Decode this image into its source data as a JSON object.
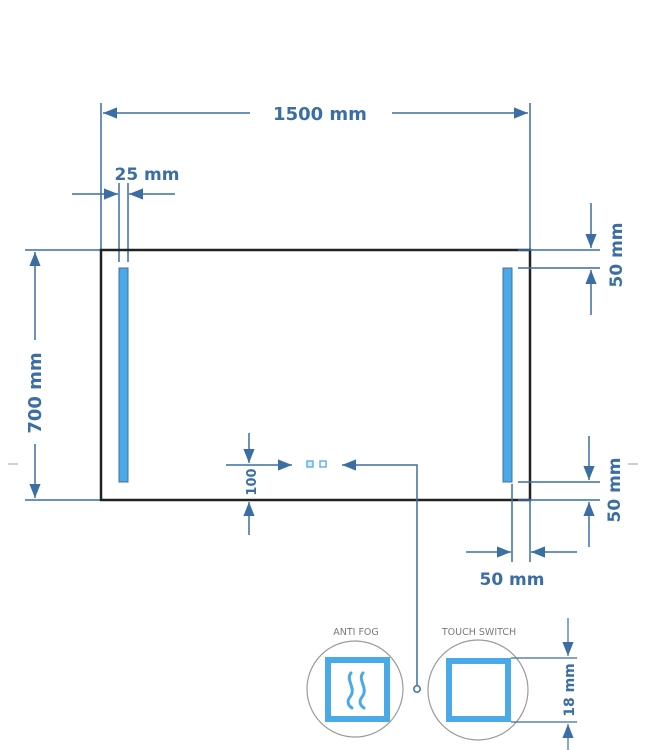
{
  "colors": {
    "dimension": "#3a6ea5",
    "frame": "#222222",
    "led": "#4aaae8",
    "led_border": "#4a6f94",
    "label": "#7a7a7a",
    "circle": "#9a9a9a"
  },
  "dimensions": {
    "width": "1500 mm",
    "height": "700 mm",
    "left_margin": "25 mm",
    "top_margin": "50 mm",
    "bottom_margin": "50 mm",
    "right_margin": "50 mm",
    "switch_offset": "100",
    "switch_size": "18 mm"
  },
  "buttons": {
    "anti_fog": {
      "label": "ANTI FOG",
      "icon": "steam-waves-icon"
    },
    "touch_switch": {
      "label": "TOUCH SWITCH",
      "icon": "square-icon"
    }
  }
}
